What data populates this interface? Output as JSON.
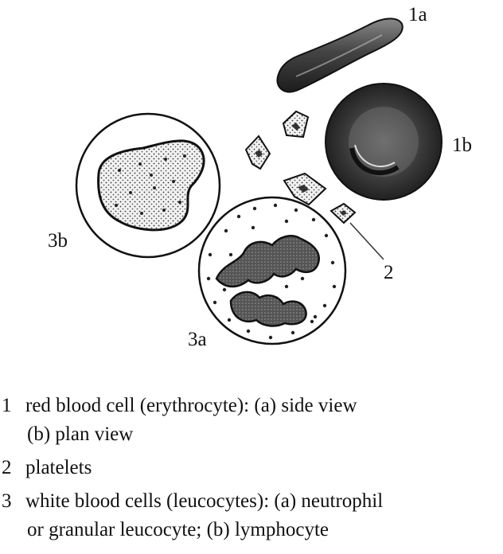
{
  "figure": {
    "labels": {
      "l1a": "1a",
      "l1b": "1b",
      "l2": "2",
      "l3a": "3a",
      "l3b": "3b"
    }
  },
  "legend": [
    {
      "number": "1",
      "text": "red blood cell (erythrocyte): (a) side view",
      "continuation": "(b) plan view"
    },
    {
      "number": "2",
      "text": "platelets",
      "continuation": ""
    },
    {
      "number": "3",
      "text": "white blood cells (leucocytes): (a) neutrophil",
      "continuation": "or granular leucocyte; (b) lymphocyte"
    }
  ]
}
